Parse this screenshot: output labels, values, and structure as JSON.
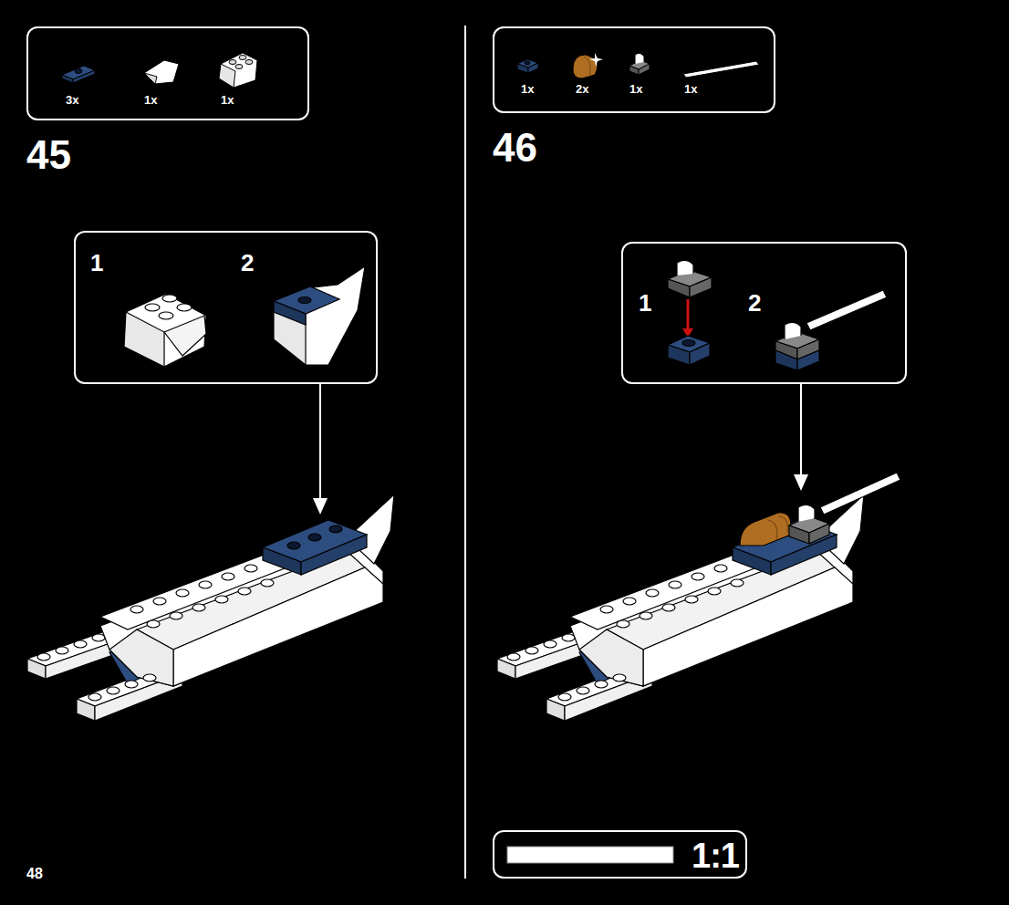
{
  "diagram": {
    "nodes": [
      {
        "text": [
          "3x",
          "1x",
          "1x"
        ]
      },
      {
        "text": [
          "1",
          "2"
        ]
      },
      {
        "text": [
          "1x",
          "2x",
          "1x",
          "1x"
        ]
      },
      {
        "text": [
          "1",
          "2"
        ]
      },
      {
        "text": [
          "1:1"
        ]
      }
    ],
    "labels": [
      "45",
      "46",
      "48"
    ]
  }
}
